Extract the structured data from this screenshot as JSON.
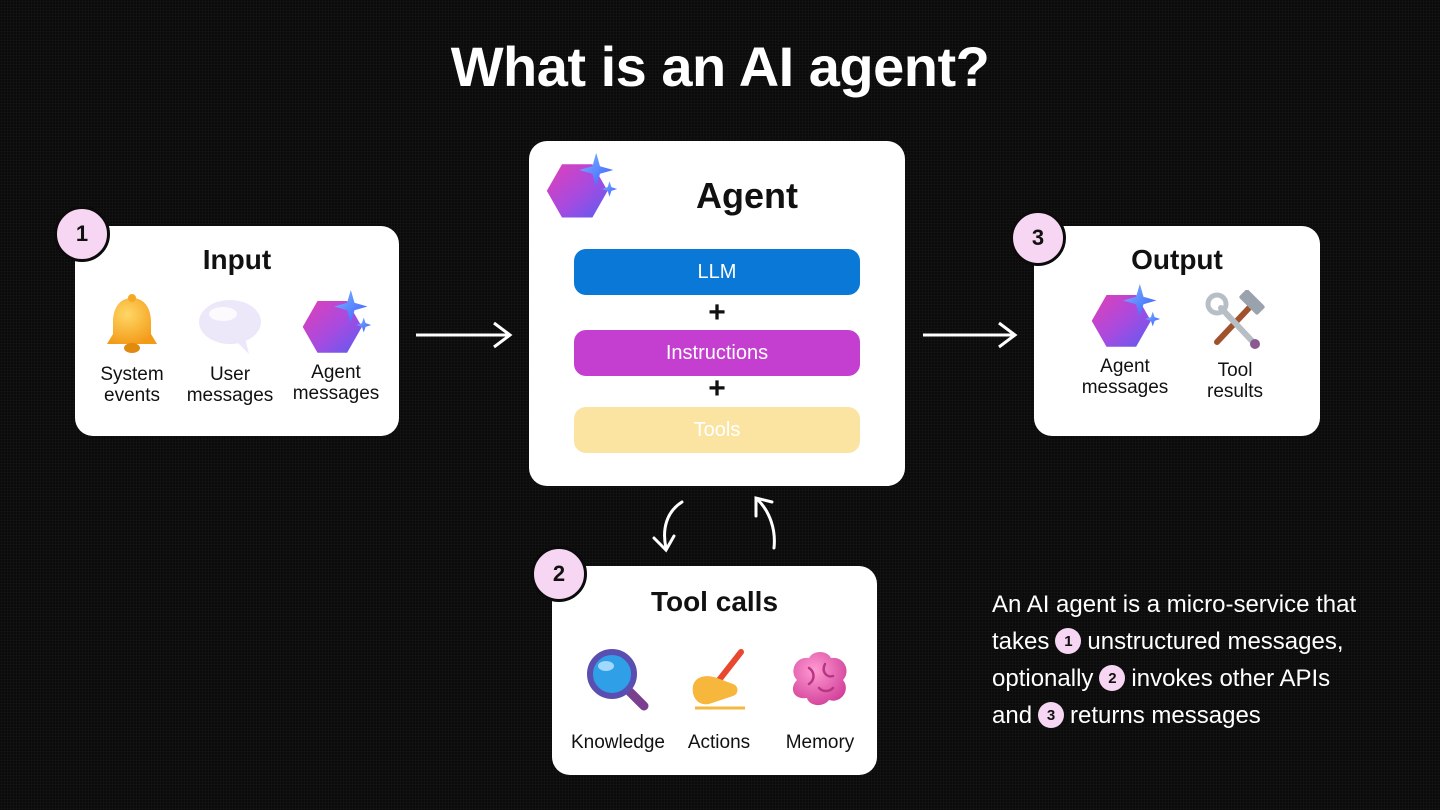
{
  "title": "What is an AI agent?",
  "input": {
    "badge": "1",
    "title": "Input",
    "items": [
      {
        "icon": "bell-icon",
        "label_line1": "System",
        "label_line2": "events"
      },
      {
        "icon": "speech-bubble-icon",
        "label_line1": "User",
        "label_line2": "messages"
      },
      {
        "icon": "agent-hexagon-icon",
        "label_line1": "Agent",
        "label_line2": "messages"
      }
    ]
  },
  "agent": {
    "title": "Agent",
    "icon": "agent-hexagon-icon",
    "components": [
      {
        "label": "LLM",
        "color": "#0a78d7",
        "text_color": "#ffffff"
      },
      {
        "label": "Instructions",
        "color": "#c43ed0",
        "text_color": "#ffffff"
      },
      {
        "label": "Tools",
        "color": "#fbe3a2",
        "text_color": "#ffffff"
      }
    ],
    "plus": "+"
  },
  "output": {
    "badge": "3",
    "title": "Output",
    "items": [
      {
        "icon": "agent-hexagon-icon",
        "label_line1": "Agent",
        "label_line2": "messages"
      },
      {
        "icon": "wrench-hammer-icon",
        "label_line1": "Tool",
        "label_line2": "results"
      }
    ]
  },
  "tool_calls": {
    "badge": "2",
    "title": "Tool calls",
    "items": [
      {
        "icon": "magnifier-icon",
        "label": "Knowledge"
      },
      {
        "icon": "writing-hand-icon",
        "label": "Actions"
      },
      {
        "icon": "brain-icon",
        "label": "Memory"
      }
    ]
  },
  "description": {
    "line1": "An AI agent is a micro-service that",
    "line2_a": "takes",
    "line2_badge": "1",
    "line2_b": "unstructured messages,",
    "line3_a": "optionally",
    "line3_badge": "2",
    "line3_b": "invokes other APIs",
    "line4_a": "and",
    "line4_badge": "3",
    "line4_b": "returns messages"
  },
  "colors": {
    "background": "#0b0b0b",
    "badge": "#f6d6f2",
    "llm": "#0a78d7",
    "instructions": "#c43ed0",
    "tools": "#fbe3a2"
  }
}
